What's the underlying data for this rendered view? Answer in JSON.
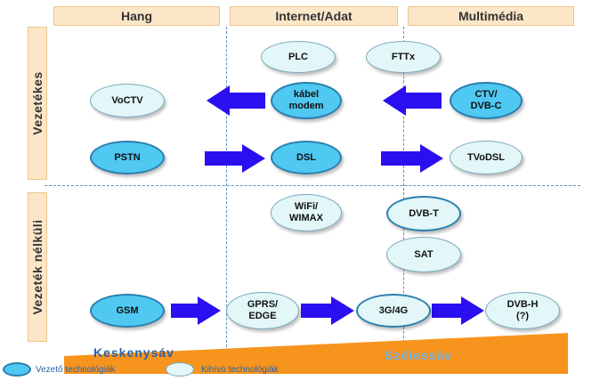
{
  "columns": [
    "Hang",
    "Internet/Adat",
    "Multimédia"
  ],
  "rows": [
    "Vezetékes",
    "Vezeték nélküli"
  ],
  "nodes": {
    "plc": "PLC",
    "fttx": "FTTx",
    "voctv": "VoCTV",
    "kabel_line1": "kábel",
    "kabel_line2": "modem",
    "ctv_line1": "CTV/",
    "ctv_line2": "DVB-C",
    "pstn": "PSTN",
    "dsl": "DSL",
    "tvodsl": "TVoDSL",
    "wifi_line1": "WiFi/",
    "wifi_line2": "WIMAX",
    "dvbt": "DVB-T",
    "sat": "SAT",
    "gsm": "GSM",
    "gprs_line1": "GPRS/",
    "gprs_line2": "EDGE",
    "g34": "3G/4G",
    "dvbh_line1": "DVB-H",
    "dvbh_line2": "(?)"
  },
  "bandwidth": {
    "narrow": "Keskenysáv",
    "broad": "Szélessáv"
  },
  "legend": {
    "leading": "Vezető technológiák",
    "challenger": "Kihívó technológiák"
  },
  "colors": {
    "header_fill": "#fbe6c8",
    "leading_fill": "#4fc8f2",
    "challenger_fill": "#e3f7f8",
    "arrow": "#2a0ff0",
    "bar_fill": "#f7941d",
    "narrow_text": "#2a62a8",
    "broad_text": "#6ab0e4"
  }
}
